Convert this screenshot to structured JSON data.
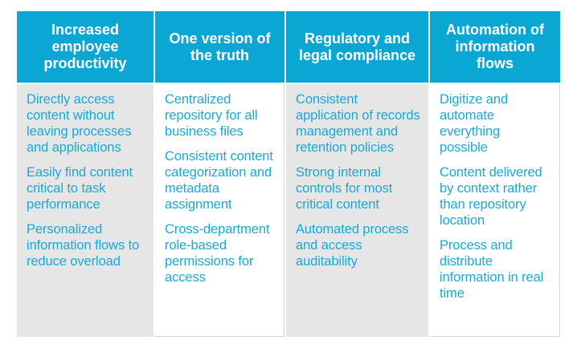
{
  "columns": [
    {
      "header": "Increased employee productivity",
      "items": [
        "Directly access content without leaving processes and applications",
        "Easily find content critical to task performance",
        "Personalized information flows to reduce overload"
      ]
    },
    {
      "header": "One version of the truth",
      "items": [
        "Centralized repository for all business files",
        "Consistent content categorization and metadata assignment",
        "Cross-department role-based permissions for access"
      ]
    },
    {
      "header": "Regulatory and legal compliance",
      "items": [
        "Consistent application of records management and retention policies",
        "Strong internal controls for most critical content",
        "Automated process and access auditability"
      ]
    },
    {
      "header": "Automation of information flows",
      "items": [
        "Digitize and automate everything possible",
        "Content delivered by context rather than repository location",
        "Process and distribute information in real time"
      ]
    }
  ],
  "colors": {
    "header_bg": "#0aa6d4",
    "header_text": "#ffffff",
    "body_text": "#1ba7d7",
    "shaded_bg": "#e6e6e6"
  }
}
